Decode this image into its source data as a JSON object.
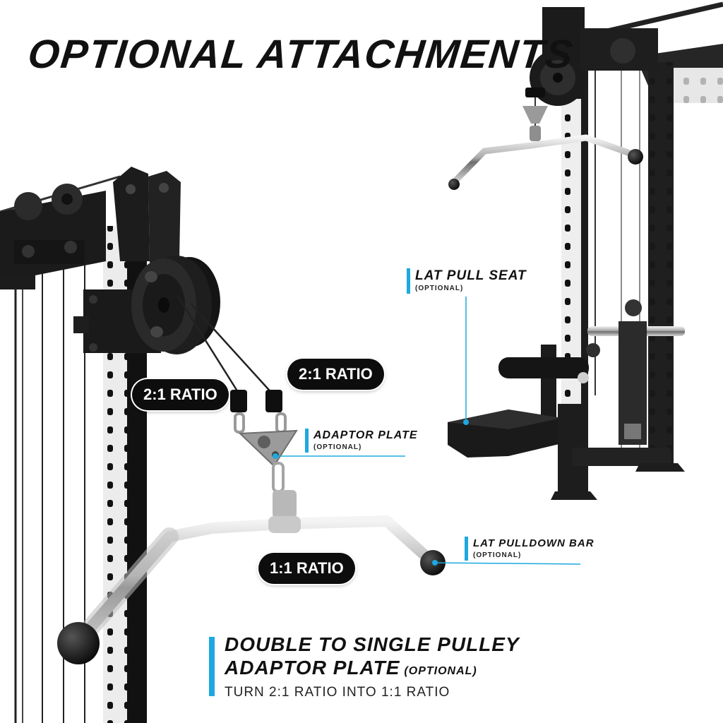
{
  "title": "OPTIONAL ATTACHMENTS",
  "ratio_labels": {
    "left_upper": "2:1 RATIO",
    "right_upper": "2:1 RATIO",
    "lower": "1:1 RATIO"
  },
  "callouts": {
    "lat_pull_seat": {
      "name": "LAT PULL SEAT",
      "sub": "(OPTIONAL)"
    },
    "adaptor_plate": {
      "name": "ADAPTOR PLATE",
      "sub": "(OPTIONAL)"
    },
    "lat_pulldown_bar": {
      "name": "LAT PULLDOWN BAR",
      "sub": "(OPTIONAL)"
    }
  },
  "caption": {
    "line1": "DOUBLE TO SINGLE PULLEY",
    "line2": "ADAPTOR PLATE",
    "line2_optional": "(OPTIONAL)",
    "line3": "TURN 2:1 RATIO INTO 1:1 RATIO"
  },
  "colors": {
    "accent": "#1ea8e0",
    "frame": "#1b1b1b",
    "pill": "#0d0d0d"
  }
}
